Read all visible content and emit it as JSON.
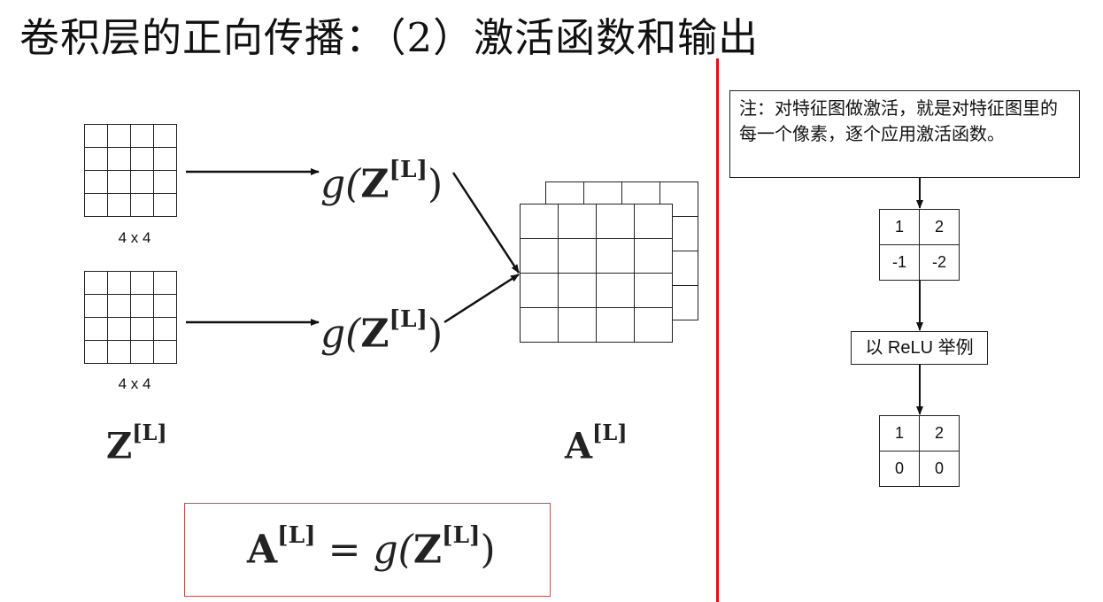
{
  "title": "卷积层的正向传播：（2）激活函数和输出",
  "left": {
    "input_grid_1_label": "4 x 4",
    "input_grid_2_label": "4 x 4",
    "func_label_1": {
      "g": "g(",
      "Z": "Z",
      "sup": "[L]",
      "close": ")"
    },
    "func_label_2": {
      "g": "g(",
      "Z": "Z",
      "sup": "[L]",
      "close": ")"
    },
    "z_label": {
      "base": "Z",
      "sup": "[L]"
    },
    "a_label": {
      "base": "A",
      "sup": "[L]"
    },
    "formula": {
      "lhs": "A",
      "lhs_sup": "[L]",
      "eq": " = ",
      "g": "g(",
      "Z": "Z",
      "Z_sup": "[L]",
      "close": ")"
    }
  },
  "right": {
    "note": "注：对特征图做激活，就是对特征图里的每一个像素，逐个应用激活函数。",
    "before_grid": [
      [
        "1",
        "2"
      ],
      [
        "-1",
        "-2"
      ]
    ],
    "relu_label": "以 ReLU 举例",
    "after_grid": [
      [
        "1",
        "2"
      ],
      [
        "0",
        "0"
      ]
    ]
  },
  "colors": {
    "divider": "#e01010",
    "formula_border": "#c0504d"
  }
}
